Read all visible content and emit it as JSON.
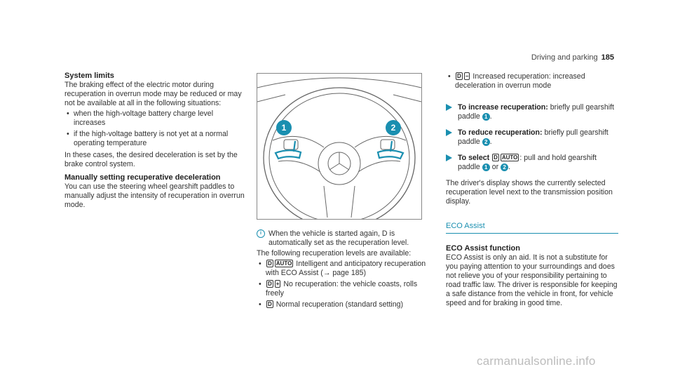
{
  "header": {
    "section": "Driving and parking",
    "page": "185"
  },
  "col1": {
    "title1": "System limits",
    "intro": "The braking effect of the electric motor during recuperation in overrun mode may be reduced or may not be available at all in the following situations:",
    "bullets": [
      "when the high-voltage battery charge level increases",
      "if the high-voltage battery is not yet at a normal operating temperature"
    ],
    "after": "In these cases, the desired deceleration is set by the brake control system.",
    "title2": "Manually setting recuperative deceleration",
    "para2": "You can use the steering wheel gearshift paddles to manually adjust the intensity of recuperation in overrun mode."
  },
  "figure": {
    "callout1": "1",
    "callout2": "2"
  },
  "note": {
    "text": "When the vehicle is started again, D is automatically set as the recuperation level."
  },
  "col2": {
    "levels_intro": "The following recuperation levels are available:",
    "levels": [
      {
        "keys": [
          "D",
          "AUTO"
        ],
        "text": "Intelligent and anticipatory recuperation with ECO Assist (→ page 185)"
      },
      {
        "keys": [
          "D",
          "+"
        ],
        "text": "No recuperation: the vehicle coasts, rolls freely"
      },
      {
        "keys": [
          "D"
        ],
        "text": "Normal recuperation (standard setting)"
      }
    ]
  },
  "col3": {
    "level4_keys": [
      "D",
      "−"
    ],
    "level4_text": "Increased recuperation: increased deceleration in overrun mode",
    "steps": [
      {
        "bold": "To increase recuperation:",
        "text": "briefly pull gearshift paddle",
        "ref": "1"
      },
      {
        "bold": "To reduce recuperation:",
        "text": "briefly pull gearshift paddle",
        "ref": "2"
      },
      {
        "bold": "To select",
        "keys": [
          "D",
          "AUTO"
        ],
        "text": ": pull and hold gearshift paddle",
        "ref1": "1",
        "or": "or",
        "ref2": "2"
      }
    ],
    "display_para": "The driver's display shows the currently selected recuperation level next to the transmission position display.",
    "section_heading": "ECO Assist",
    "eco_title": "ECO Assist function",
    "eco_para": "ECO Assist is only an aid. It is not a substitute for you paying attention to your surroundings and does not relieve you of your responsibility pertaining to road traffic law. The driver is responsible for keeping a safe distance from the vehicle in front, for vehicle speed and for braking in good time."
  },
  "watermark": "carmanualsonline.info",
  "colors": {
    "accent": "#1a8fb0",
    "text": "#333333"
  }
}
